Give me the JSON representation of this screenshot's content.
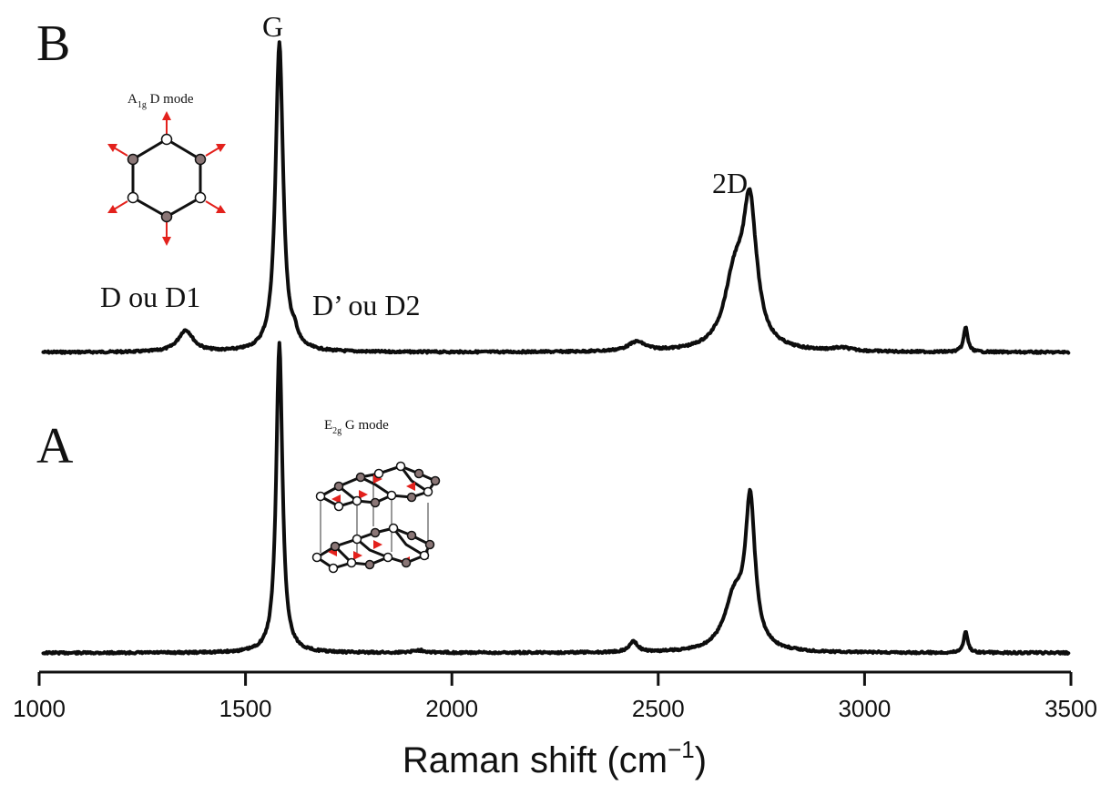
{
  "chart_data": {
    "type": "line",
    "title": "",
    "xlabel": "Raman shift (cm",
    "xlabel_superscript": "−1",
    "xlabel_close": ")",
    "ylabel": "",
    "xlim": [
      1000,
      3500
    ],
    "xticks": [
      1000,
      1500,
      2000,
      2500,
      3000,
      3500
    ],
    "grid": false,
    "stacked": true,
    "series": [
      {
        "name": "B",
        "baseline": 0.0,
        "peaks": [
          {
            "label": "D ou D1",
            "x": 1355,
            "height": 0.07,
            "width": 22
          },
          {
            "label": "G",
            "x": 1582,
            "height": 1.0,
            "width": 11
          },
          {
            "label": "D’ ou D2",
            "x": 1620,
            "height": 0.03,
            "width": 8
          },
          {
            "label": "",
            "x": 2448,
            "height": 0.03,
            "width": 25
          },
          {
            "label": "",
            "x": 2685,
            "height": 0.22,
            "width": 30
          },
          {
            "label": "2D",
            "x": 2722,
            "height": 0.44,
            "width": 20
          },
          {
            "label": "",
            "x": 2945,
            "height": 0.01,
            "width": 30
          },
          {
            "label": "",
            "x": 3245,
            "height": 0.08,
            "width": 6
          }
        ]
      },
      {
        "name": "A",
        "baseline": 0.0,
        "peaks": [
          {
            "label": "G",
            "x": 1582,
            "height": 1.0,
            "width": 9
          },
          {
            "label": "",
            "x": 1920,
            "height": 0.008,
            "width": 20
          },
          {
            "label": "",
            "x": 2440,
            "height": 0.035,
            "width": 12
          },
          {
            "label": "",
            "x": 2685,
            "height": 0.17,
            "width": 30
          },
          {
            "label": "2D",
            "x": 2723,
            "height": 0.46,
            "width": 14
          },
          {
            "label": "",
            "x": 3245,
            "height": 0.07,
            "width": 6
          }
        ]
      }
    ],
    "annotations": {
      "panel_b": "B",
      "panel_a": "A",
      "peak_g": "G",
      "peak_2d": "2D",
      "peak_d": "D ou D1",
      "peak_dprime": "D’ ou D2",
      "mode_a1g_main": "A",
      "mode_a1g_sub": "1g",
      "mode_a1g_rest": " D mode",
      "mode_e2g_main": "E",
      "mode_e2g_sub": "2g",
      "mode_e2g_rest": " G mode"
    }
  },
  "colors": {
    "spectrum": "#0d0d0d",
    "arrow": "#e3211c",
    "gray_atom": "#8a7676",
    "white_atom": "#ffffff"
  }
}
